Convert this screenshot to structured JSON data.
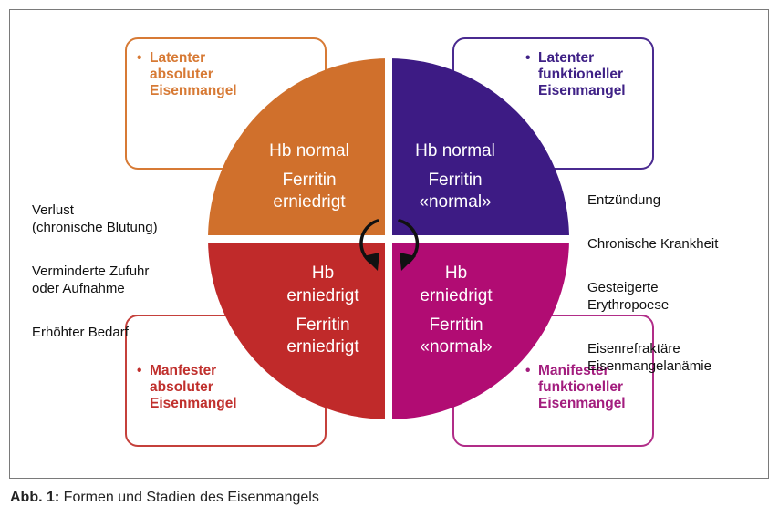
{
  "colors": {
    "latent_absolute": "#d0702c",
    "latent_functional": "#3d1b84",
    "manifest_absolute": "#c02a2a",
    "manifest_functional": "#b10c73",
    "frame": "#7a7a7a"
  },
  "boxes": {
    "latent_absolute": "Latenter\nabsoluter\nEisenmangel",
    "latent_functional": "Latenter\nfunktioneller\nEisenmangel",
    "manifest_absolute": "Manfester\nabsoluter\nEisenmangel",
    "manifest_functional": "Manifester\nfunktioneller\nEisenmangel"
  },
  "quadrants": {
    "top_left": [
      "Hb normal",
      "",
      "Ferritin",
      "erniedrigt"
    ],
    "top_right": [
      "Hb normal",
      "",
      "Ferritin",
      "«normal»"
    ],
    "bottom_left": [
      "Hb",
      "erniedrigt",
      "Ferritin",
      "erniedrigt"
    ],
    "bottom_right": [
      "Hb",
      "erniedrigt",
      "Ferritin",
      "«normal»"
    ]
  },
  "left_causes": [
    "Verlust\n(chronische Blutung)",
    "Verminderte Zufuhr\noder Aufnahme",
    "Erhöhter Bedarf"
  ],
  "right_causes": [
    "Entzündung",
    "Chronische Krankheit",
    "Gesteigerte\nErythropoese",
    "Eisenrefraktäre\nEisenmangelanämie"
  ],
  "caption": {
    "label": "Abb. 1:",
    "text": " Formen und Stadien des Eisenmangels"
  },
  "icons": [
    "cycle-arrow-left-icon",
    "cycle-arrow-right-icon"
  ]
}
